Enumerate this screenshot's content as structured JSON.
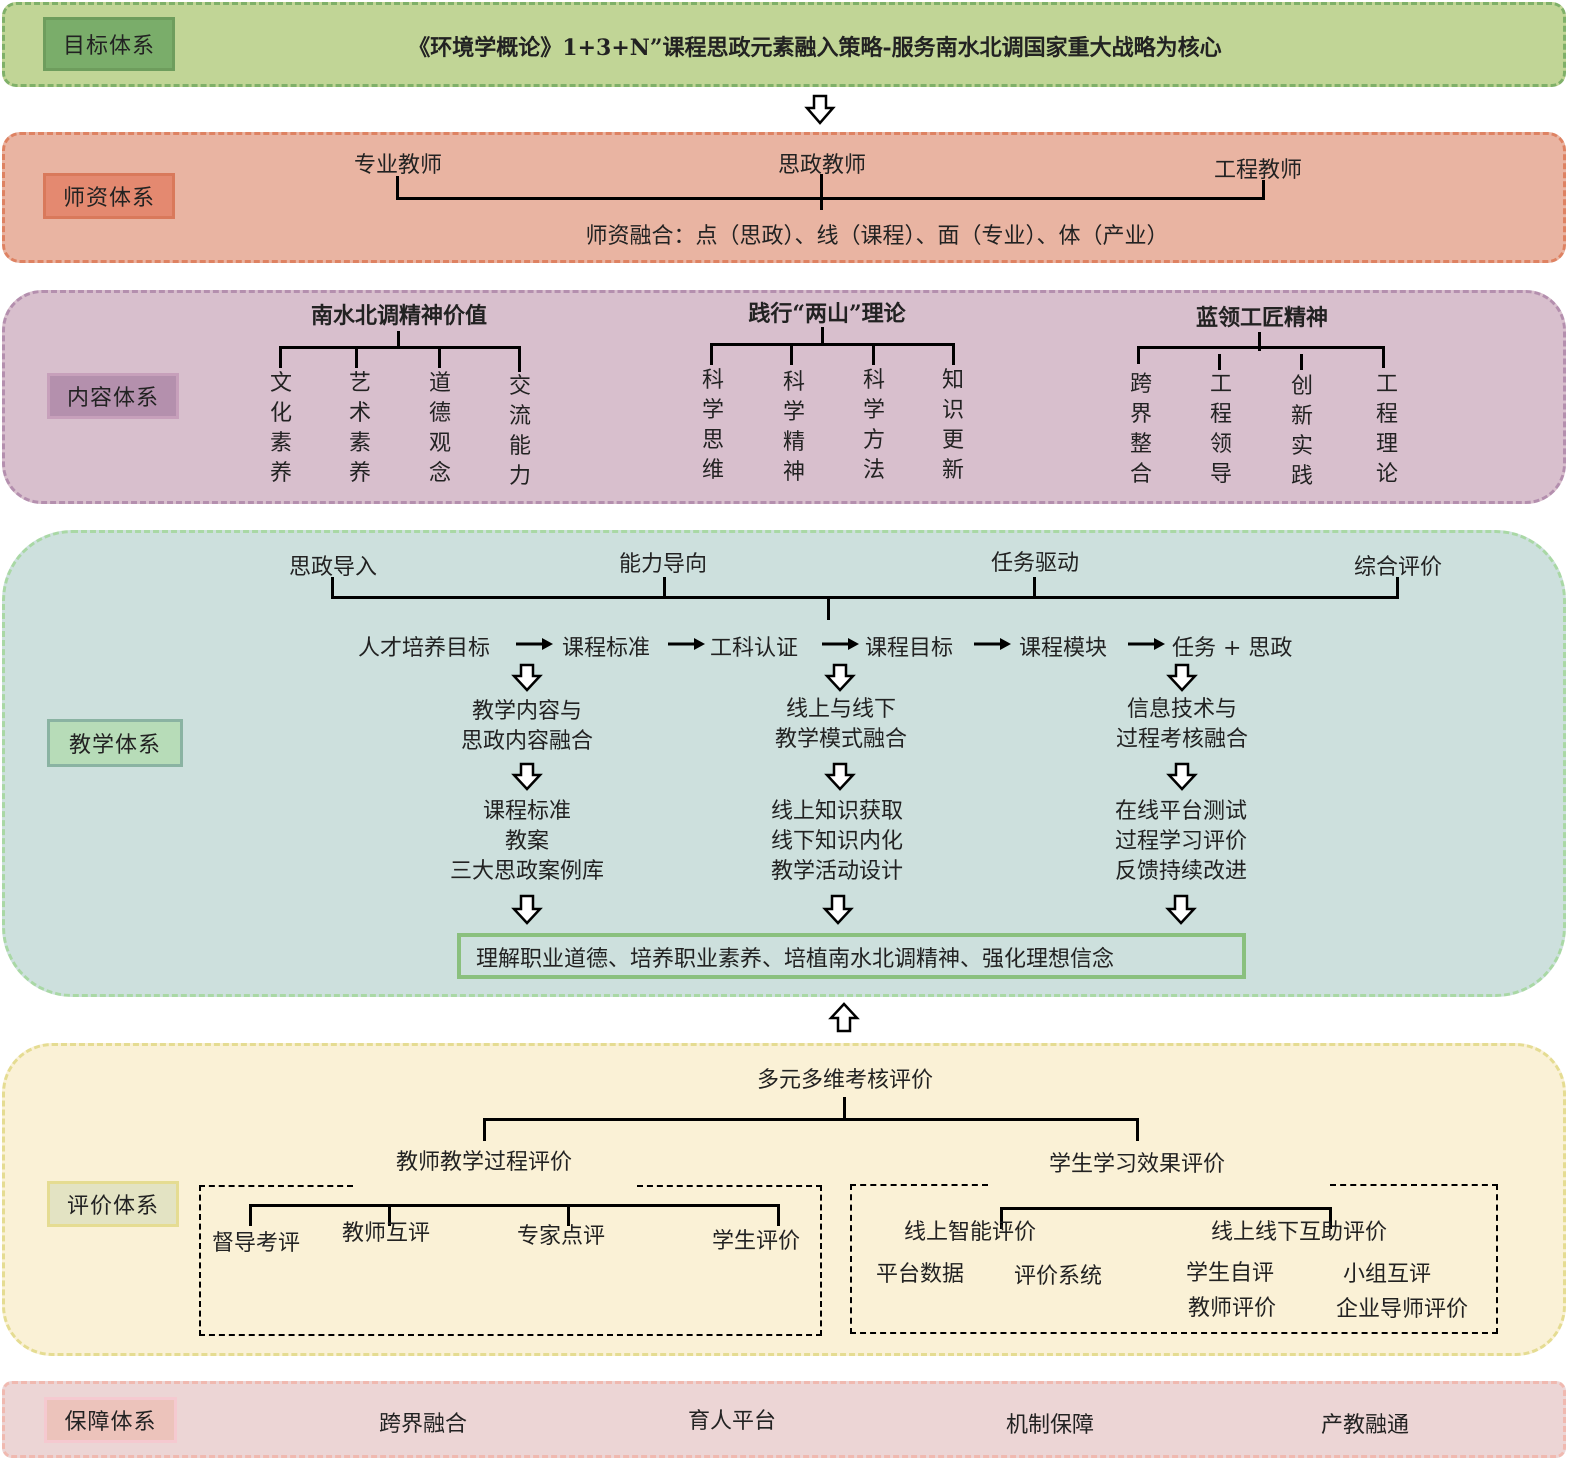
{
  "colors": {
    "goal_bg": "#c1d596",
    "goal_border": "#7fb068",
    "goal_tag": "#7aad6a",
    "faculty_bg": "#e9b4a2",
    "faculty_border": "#de8262",
    "faculty_tag": "#e48970",
    "content_bg": "#d8bfcd",
    "content_border": "#b48fae",
    "content_tag": "#b490ad",
    "teaching_bg": "#cde0dd",
    "teaching_border": "#a9d8a5",
    "teaching_tag": "#b7dcb8",
    "eval_bg": "#faf1d6",
    "eval_border": "#e5dc92",
    "eval_tag": "#e3e3c3",
    "support_bg": "#ecd5d5",
    "support_border": "#f0b9b0",
    "support_tag": "#ecc3bb",
    "outcome_border": "#8ac07e"
  },
  "goal": {
    "tag": "目标体系",
    "title": "《环境学概论》1+3+N”课程思政元素融入策略-服务南水北调国家重大战略为核心"
  },
  "faculty": {
    "tag": "师资体系",
    "teachers": [
      "专业教师",
      "思政教师",
      "工程教师"
    ],
    "integration": "师资融合：点（思政）、线（课程）、面（专业）、体（产业）"
  },
  "content": {
    "tag": "内容体系",
    "groups": [
      {
        "title": "南水北调精神价值",
        "items": [
          "文化素养",
          "艺术素养",
          "道德观念",
          "交流能力"
        ]
      },
      {
        "title": "践行“两山”理论",
        "items": [
          "科学思维",
          "科学精神",
          "科学方法",
          "知识更新"
        ]
      },
      {
        "title": "蓝领工匠精神",
        "items": [
          "跨界整合",
          "工程领导",
          "创新实践",
          "工程理论"
        ]
      }
    ]
  },
  "teaching": {
    "tag": "教学体系",
    "top": [
      "思政导入",
      "能力导向",
      "任务驱动",
      "综合评价"
    ],
    "flow": [
      "人才培养目标",
      "课程标准",
      "工科认证",
      "课程目标",
      "课程模块",
      "任务 + 思政"
    ],
    "columns": [
      {
        "level1": [
          "教学内容与",
          "思政内容融合"
        ],
        "level2": [
          "课程标准",
          "教案",
          "三大思政案例库"
        ]
      },
      {
        "level1": [
          "线上与线下",
          "教学模式融合"
        ],
        "level2": [
          "线上知识获取",
          "线下知识内化",
          "教学活动设计"
        ]
      },
      {
        "level1": [
          "信息技术与",
          "过程考核融合"
        ],
        "level2": [
          "在线平台测试",
          "过程学习评价",
          "反馈持续改进"
        ]
      }
    ],
    "outcome": "理解职业道德、培养职业素养、培植南水北调精神、强化理想信念"
  },
  "evaluation": {
    "tag": "评价体系",
    "root": "多元多维考核评价",
    "teacher": {
      "title": "教师教学过程评价",
      "items": [
        "督导考评",
        "教师互评",
        "专家点评",
        "学生评价"
      ]
    },
    "student": {
      "title": "学生学习效果评价",
      "online": {
        "title": "线上智能评价",
        "items": [
          "平台数据",
          "评价系统"
        ]
      },
      "blended": {
        "title": "线上线下互助评价",
        "items": [
          "学生自评",
          "小组互评",
          "教师评价",
          "企业导师评价"
        ]
      }
    }
  },
  "support": {
    "tag": "保障体系",
    "items": [
      "跨界融合",
      "育人平台",
      "机制保障",
      "产教融通"
    ]
  }
}
